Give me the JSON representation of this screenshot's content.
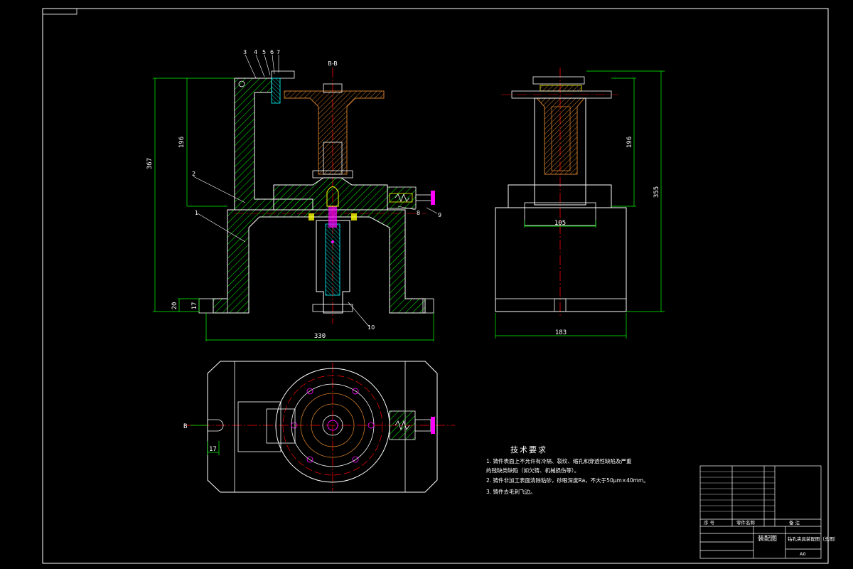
{
  "colors": {
    "background": "#000000",
    "outline": "#ffffff",
    "hatch": "#00ff00",
    "dimension": "#00ff00",
    "centerline": "#ff0000",
    "part_brown": "#c8782a",
    "part_yellow": "#ffff00",
    "part_cyan": "#00ffff",
    "part_magenta": "#ff00ff"
  },
  "front_view": {
    "section_mark": "B-B",
    "dims": {
      "overall_height": "367",
      "upper_height": "196",
      "base_thk1": "20",
      "base_thk2": "17",
      "width": "330"
    },
    "part_numbers": [
      "3",
      "4",
      "5",
      "6",
      "7",
      "2",
      "1",
      "8",
      "9",
      "10"
    ]
  },
  "side_view": {
    "dims": {
      "height": "355",
      "upper_height": "196",
      "inner_width": "105",
      "width": "183"
    }
  },
  "top_view": {
    "section_label": "B",
    "dims": {
      "slot": "17"
    }
  },
  "technical_notes": {
    "title": "技术要求",
    "items": [
      "1. 铸件表面上不允许有冷隔、裂纹、缩孔和穿透性缺陷及严重",
      "的残缺类缺陷（如欠铸、机械损伤等）。",
      "2. 铸件非加工表面清除粘砂，砂眼深度Ra，不大于50μm×40mm。",
      "3. 铸件去毛刺飞边。"
    ]
  },
  "title_block": {
    "header_cols": [
      "序 号",
      "零件名称",
      "备 注"
    ],
    "drawing_type": "装配图",
    "drawing_name": "钻孔夹具装配图（总图）",
    "sheet_label": "A0"
  }
}
